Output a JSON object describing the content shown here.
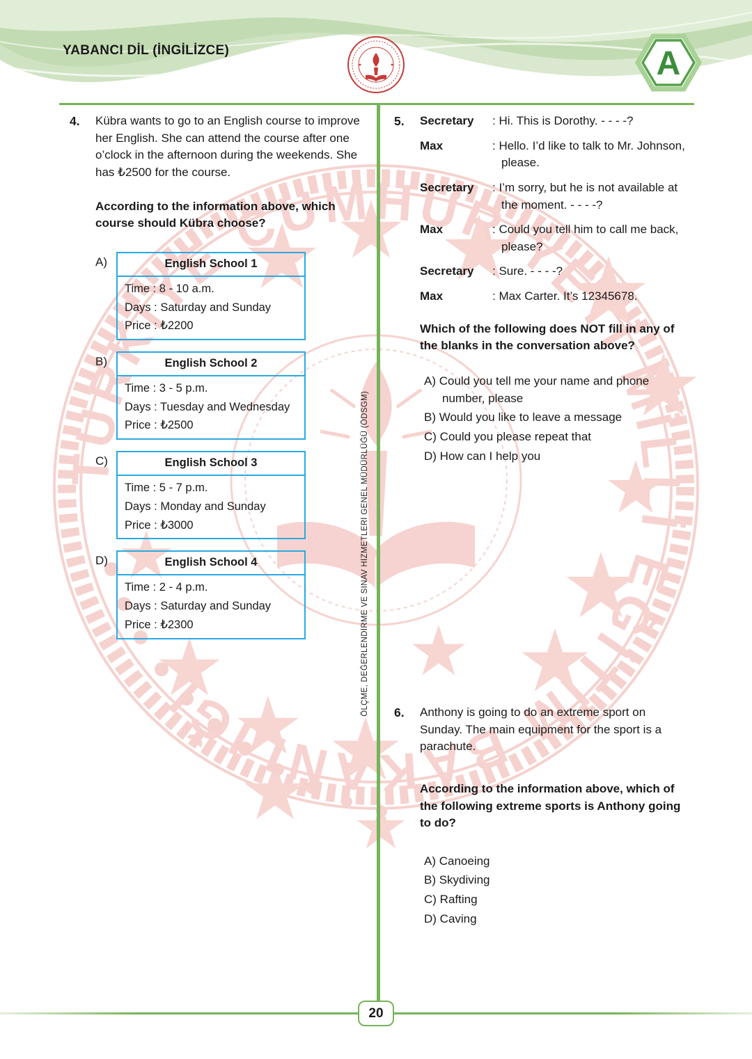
{
  "header": {
    "subject_title": "YABANCI DİL (İNGİLİZCE)",
    "booklet_letter": "A"
  },
  "watermark": {
    "ring_text": "TÜRKİYE CUMHURİYETİ MİLLİ EĞİTİM BAKANLIĞI",
    "vertical_text": "ÖLÇME, DEĞERLENDİRME VE SINAV HİZMETLERİ GENEL MÜDÜRLÜĞÜ (ÖDSGM)"
  },
  "questions": {
    "q4": {
      "number": "4.",
      "stem": "Kübra wants to go to an English course to improve her English. She can attend the course after one o’clock in the afternoon during the weekends. She has ₺2500 for the course.",
      "prompt": "According to the information above, which course should Kübra choose?",
      "options": [
        {
          "label": "A)",
          "school": "English School 1",
          "time": "Time : 8 - 10 a.m.",
          "days": "Days : Saturday and Sunday",
          "price": "Price : ₺2200"
        },
        {
          "label": "B)",
          "school": "English School 2",
          "time": "Time : 3 - 5 p.m.",
          "days": "Days : Tuesday and Wednesday",
          "price": "Price : ₺2500"
        },
        {
          "label": "C)",
          "school": "English School 3",
          "time": "Time : 5 - 7 p.m.",
          "days": "Days : Monday and Sunday",
          "price": "Price : ₺3000"
        },
        {
          "label": "D)",
          "school": "English School 4",
          "time": "Time : 2 - 4 p.m.",
          "days": "Days : Saturday and Sunday",
          "price": "Price : ₺2300"
        }
      ]
    },
    "q5": {
      "number": "5.",
      "dialogue": [
        {
          "speaker": "Secretary",
          "text": ": Hi. This is Dorothy. - - - -?"
        },
        {
          "speaker": "Max",
          "text": ": Hello. I’d like to talk to Mr. Johnson, please."
        },
        {
          "speaker": "Secretary",
          "text": ": I’m sorry, but he is not available at the moment. - - - -?"
        },
        {
          "speaker": "Max",
          "text": ": Could you tell him to call me back, please?"
        },
        {
          "speaker": "Secretary",
          "text": ": Sure. - - - -?"
        },
        {
          "speaker": "Max",
          "text": ": Max Carter. It’s 12345678."
        }
      ],
      "prompt": "Which of the following does NOT fill in any of the blanks in the conversation above?",
      "options": [
        "A) Could you tell me your name and phone number, please",
        "B) Would you like to leave a message",
        "C) Could you please repeat that",
        "D) How can I help you"
      ]
    },
    "q6": {
      "number": "6.",
      "stem": "Anthony is going to do an extreme sport on Sunday. The main equipment for the sport is a parachute.",
      "prompt": "According to the information above, which of the following extreme sports is Anthony going to do?",
      "options": [
        "A) Canoeing",
        "B) Skydiving",
        "C) Rafting",
        "D) Caving"
      ]
    }
  },
  "footer": {
    "page_number": "20"
  }
}
